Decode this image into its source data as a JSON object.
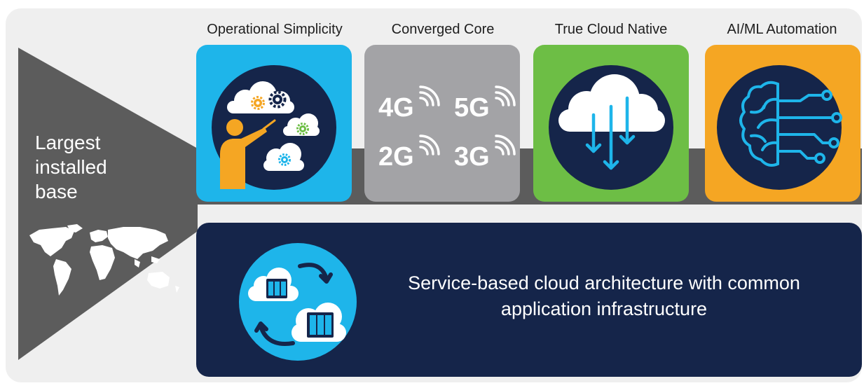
{
  "left_panel": {
    "label_lines": [
      "Largest",
      "installed",
      "base"
    ],
    "map_icon": "world-map-icon"
  },
  "pillars": [
    {
      "title": "Operational Simplicity",
      "color": "#1eb5ea",
      "icon": "cloud-gears-presenter-icon"
    },
    {
      "title": "Converged Core",
      "color": "#a3a3a6",
      "icon": "generation-badges-icon",
      "generations": [
        "4G",
        "5G",
        "2G",
        "3G"
      ]
    },
    {
      "title": "True Cloud Native",
      "color": "#6dbe45",
      "icon": "cloud-download-arrows-icon"
    },
    {
      "title": "AI/ML Automation",
      "color": "#f5a623",
      "icon": "brain-circuit-icon"
    }
  ],
  "bottom_panel": {
    "text": "Service-based cloud architecture with common application infrastructure",
    "icon": "cloud-servers-cycle-icon"
  },
  "colors": {
    "navy": "#15254a",
    "funnel": "#5c5c5c",
    "frame": "#efefef",
    "gear_orange": "#f5a623",
    "gear_green": "#6dbe45",
    "gear_blue": "#1eb5ea"
  }
}
